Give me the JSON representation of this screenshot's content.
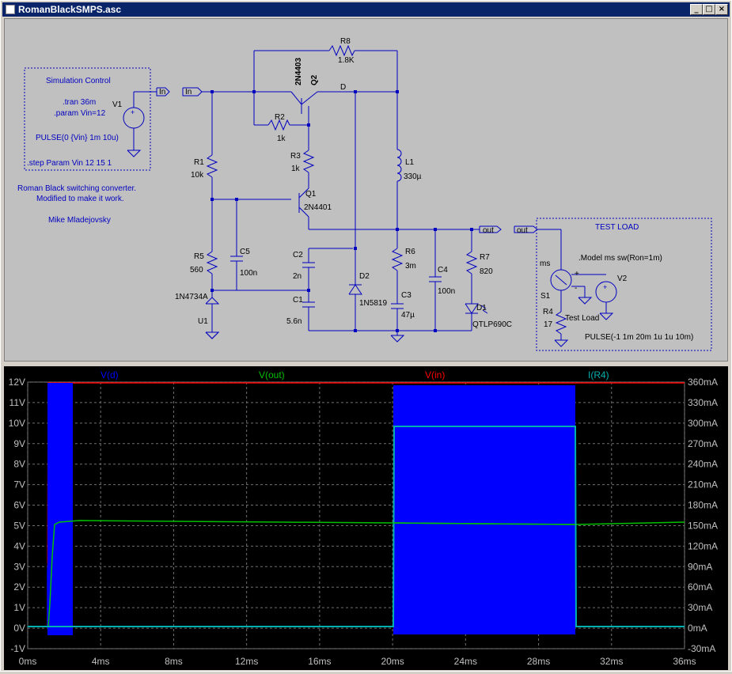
{
  "window": {
    "title": "RomanBlackSMPS.asc"
  },
  "schematic": {
    "sim_box": {
      "title": "Simulation Control",
      "tran": ".tran 36m",
      "param": ".param Vin=12",
      "source_name": "V1",
      "pulse": "PULSE(0 {Vin} 1m 10u)",
      "step": ".step Param Vin 12 15 1"
    },
    "notes": {
      "line1": "Roman Black switching converter.",
      "line2": "Modified to make it work.",
      "author": "Mike Mladejovsky"
    },
    "nets": {
      "in_flag1": "In",
      "in_flag2": "In",
      "out_flag1": "out",
      "out_flag2": "out",
      "d": "D"
    },
    "components": {
      "R8": {
        "name": "R8",
        "value": "1.8K"
      },
      "Q2": {
        "name": "Q2",
        "model": "2N4403"
      },
      "R2": {
        "name": "R2",
        "value": "1k"
      },
      "R3": {
        "name": "R3",
        "value": "1k"
      },
      "R1": {
        "name": "R1",
        "value": "10k"
      },
      "Q1": {
        "name": "Q1",
        "model": "2N4401"
      },
      "L1": {
        "name": "L1",
        "value": "330µ"
      },
      "R5": {
        "name": "R5",
        "value": "560"
      },
      "C5": {
        "name": "C5",
        "value": "100n"
      },
      "C2": {
        "name": "C2",
        "value": "2n"
      },
      "C1": {
        "name": "C1",
        "value": "5.6n"
      },
      "D2": {
        "name": "D2",
        "model": "1N5819"
      },
      "R6": {
        "name": "R6",
        "value": "3m"
      },
      "C3": {
        "name": "C3",
        "value": "47µ"
      },
      "C4": {
        "name": "C4",
        "value": "100n"
      },
      "R7": {
        "name": "R7",
        "value": "820"
      },
      "D1": {
        "name": "D1",
        "model": "QTLP690C"
      },
      "U1": {
        "name": "U1",
        "model": "1N4734A"
      }
    },
    "test_load": {
      "title": "TEST LOAD",
      "model": ".Model ms sw(Ron=1m)",
      "switch_model": "ms",
      "switch_name": "S1",
      "r_name": "R4",
      "r_value": "17",
      "r_label": "Test Load",
      "source": "V2",
      "pulse": "PULSE(-1 1m 20m 1u 1u 10m)",
      "plus": "+",
      "minus": "-"
    }
  },
  "plot": {
    "traces": [
      {
        "label": "V(d)",
        "color": "#0000ff"
      },
      {
        "label": "V(out)",
        "color": "#00c000"
      },
      {
        "label": "V(in)",
        "color": "#ff0000"
      },
      {
        "label": "I(R4)",
        "color": "#00b0b0"
      }
    ],
    "y_left_ticks": [
      "12V",
      "11V",
      "10V",
      "9V",
      "8V",
      "7V",
      "6V",
      "5V",
      "4V",
      "3V",
      "2V",
      "1V",
      "0V",
      "-1V"
    ],
    "y_right_ticks": [
      "360mA",
      "330mA",
      "300mA",
      "270mA",
      "240mA",
      "210mA",
      "180mA",
      "150mA",
      "120mA",
      "90mA",
      "60mA",
      "30mA",
      "0mA",
      "-30mA"
    ],
    "x_ticks": [
      "0ms",
      "4ms",
      "8ms",
      "12ms",
      "16ms",
      "20ms",
      "24ms",
      "28ms",
      "32ms",
      "36ms"
    ]
  }
}
